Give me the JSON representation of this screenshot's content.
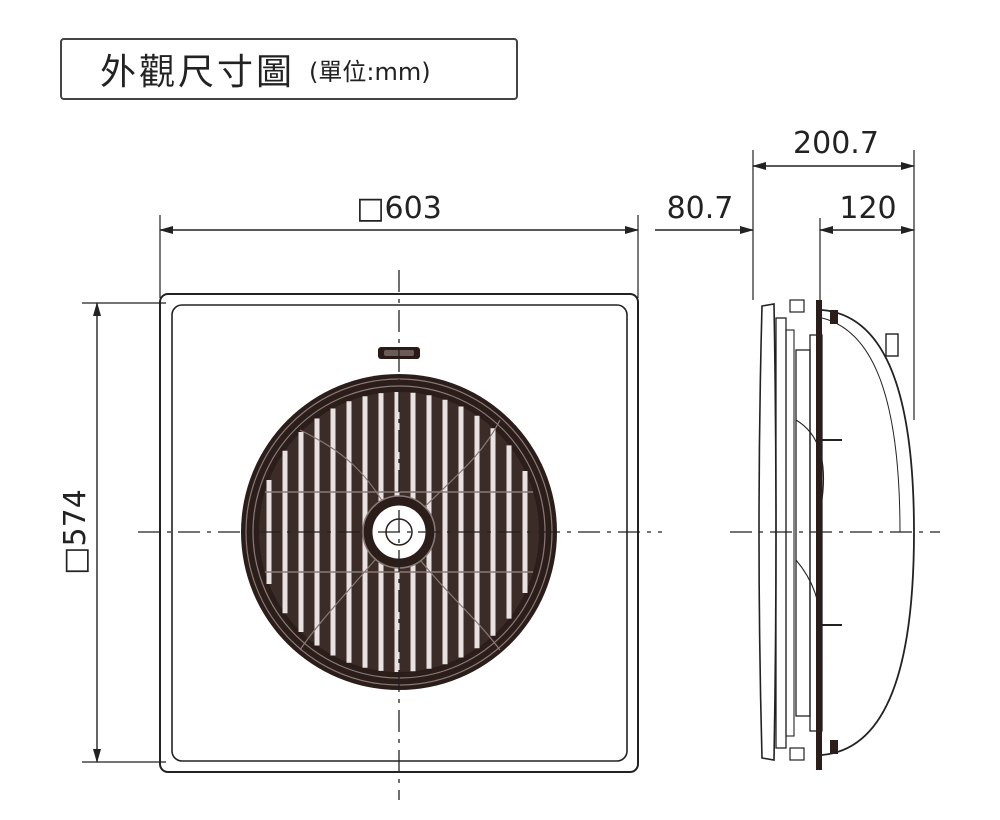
{
  "title": {
    "main": "外觀尺寸圖",
    "unit": "(單位:mm)"
  },
  "front_view": {
    "width_label": "□603",
    "height_label": "□574"
  },
  "side_view": {
    "total_depth_label": "200.7",
    "front_depth_label": "80.7",
    "rear_depth_label": "120"
  }
}
